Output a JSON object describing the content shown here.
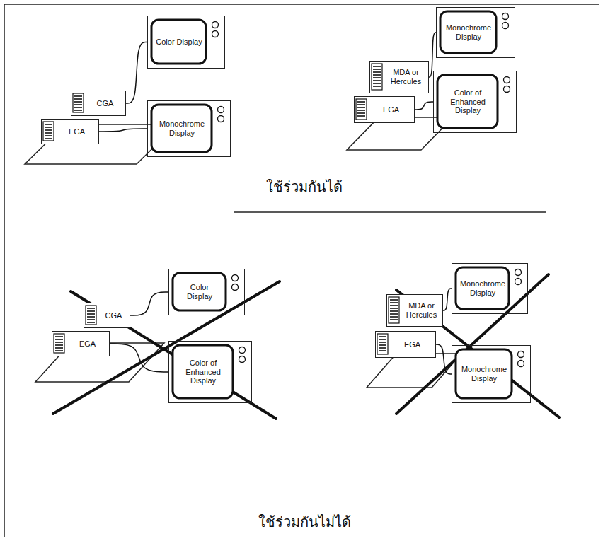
{
  "diagram": {
    "nodes": [
      {
        "text": [
          "CGA"
        ]
      },
      {
        "text": [
          "EGA"
        ]
      },
      {
        "text": [
          "Color Display"
        ]
      },
      {
        "text": [
          "Monochrome Display"
        ]
      },
      {
        "text": [
          "MDA or Hercules"
        ]
      },
      {
        "text": [
          "EGA"
        ]
      },
      {
        "text": [
          "Monochrome Display"
        ]
      },
      {
        "text": [
          "Color of Enhanced Display"
        ]
      },
      {
        "text": [
          "CGA"
        ]
      },
      {
        "text": [
          "EGA"
        ]
      },
      {
        "text": [
          "Color Display"
        ]
      },
      {
        "text": [
          "Color of Enhanced Display"
        ]
      },
      {
        "text": [
          "MDA or Hercules"
        ]
      },
      {
        "text": [
          "EGA"
        ]
      },
      {
        "text": [
          "Monochrome Display"
        ]
      },
      {
        "text": [
          "Monochrome Display"
        ]
      }
    ],
    "edges": [
      {
        "from": 0,
        "to": 2,
        "arrow": "none"
      },
      {
        "from": 1,
        "to": 3,
        "arrow": "none"
      },
      {
        "from": 4,
        "to": 6,
        "arrow": "none"
      },
      {
        "from": 5,
        "to": 7,
        "arrow": "none"
      },
      {
        "from": 8,
        "to": 10,
        "arrow": "none"
      },
      {
        "from": 9,
        "to": 11,
        "arrow": "none"
      },
      {
        "from": 12,
        "to": 14,
        "arrow": "none"
      },
      {
        "from": 13,
        "to": 15,
        "arrow": "none"
      }
    ],
    "labels": [
      "ใช้ร่วมกันได้",
      "ใช้ร่วมกันไม่ได้"
    ]
  }
}
